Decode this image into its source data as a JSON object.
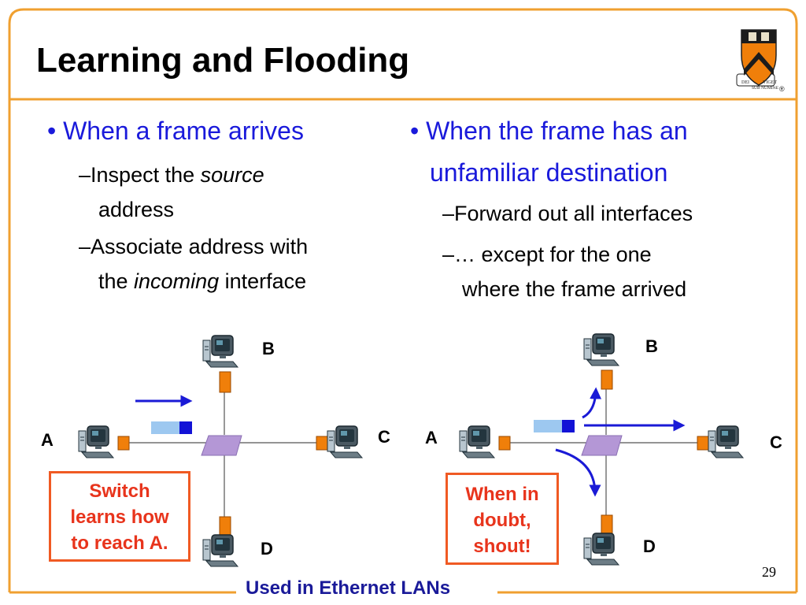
{
  "slide": {
    "title": "Learning and Flooding",
    "page_number": "29",
    "footer": "Used in Ethernet LANs"
  },
  "left_column": {
    "heading": "When a frame arrives",
    "items": [
      {
        "before": "Inspect the ",
        "em": "source",
        "line2": "address"
      },
      {
        "line1": "Associate address with",
        "before": "the ",
        "em": "incoming",
        "after": " interface"
      }
    ]
  },
  "right_column": {
    "heading_line1": "When the frame has an",
    "heading_line2": "unfamiliar destination",
    "items": [
      {
        "line1": "Forward out all interfaces"
      },
      {
        "line1": "… except for the one",
        "line2": "where the frame arrived"
      }
    ]
  },
  "diagrams": {
    "learning": {
      "hosts": [
        "A",
        "B",
        "C",
        "D"
      ],
      "note": [
        "Switch",
        "learns how",
        "to reach A."
      ]
    },
    "flooding": {
      "hosts": [
        "A",
        "B",
        "C",
        "D"
      ],
      "note": [
        "When in",
        "doubt,",
        "shout!"
      ]
    }
  },
  "logo": {
    "motto_left": "DEI",
    "motto_mid": "SUB NUMINE",
    "motto_right": "VIGET",
    "mark": "®"
  },
  "colors": {
    "frame_orange": "#f0a030",
    "link_orange": "#f07f0a",
    "switch_purple": "#b497d6",
    "arrow_blue": "#1a1ad6",
    "frame_light": "#9dc8f0",
    "frame_dark": "#1212d6",
    "note_red": "#e8341c"
  }
}
